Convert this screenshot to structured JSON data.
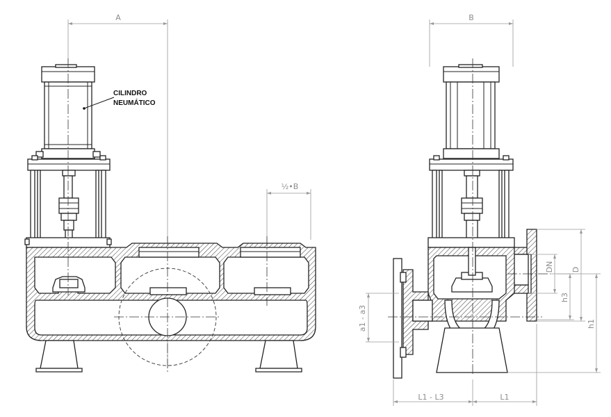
{
  "callout": {
    "line1": "CILINDRO",
    "line2": "NEUMÁTICO"
  },
  "dimensions": {
    "front_width": "A",
    "half_b": "½•B",
    "side_width": "B",
    "inlet_axis": "a1 - a3",
    "left_length": "L1 - L3",
    "right_length": "L1",
    "nominal_diameter": "DN",
    "outer_diameter": "D",
    "axis_height": "h3",
    "total_height": "h1"
  },
  "colors": {
    "line": "#222222",
    "dimension": "#9a9a9a",
    "background": "#ffffff"
  }
}
